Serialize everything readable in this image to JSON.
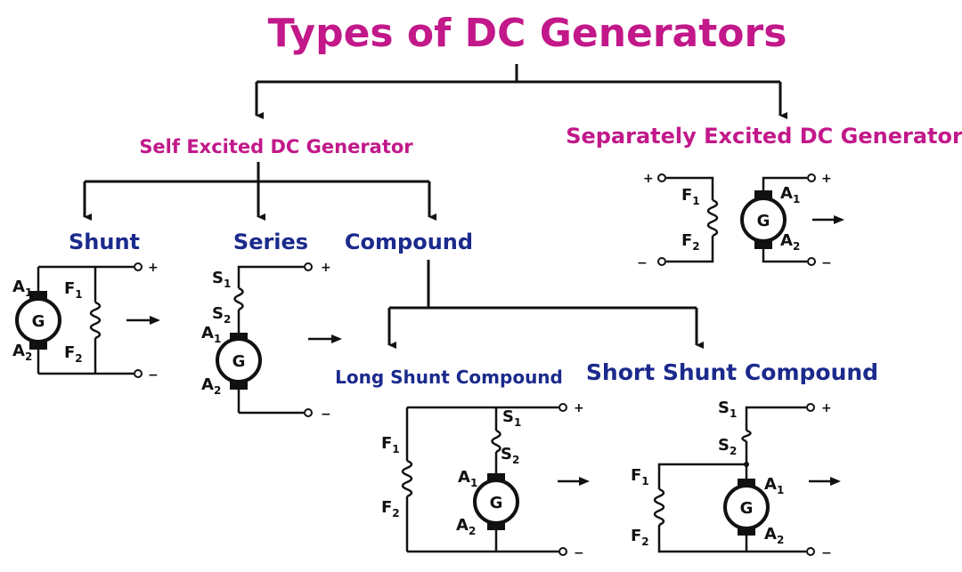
{
  "title": "Types of DC Generators",
  "self_excited": "Self Excited DC Generator",
  "separately_excited": "Separately Excited DC Generator",
  "shunt": "Shunt",
  "series": "Series",
  "compound": "Compound",
  "long_shunt": "Long Shunt Compound",
  "short_shunt": "Short Shunt Compound",
  "generator_symbol": "G",
  "plus": "+",
  "minus": "−",
  "terminals": {
    "A": "A",
    "F": "F",
    "S": "S",
    "sub1": "1",
    "sub2": "2"
  },
  "colors": {
    "magenta": "#c2188a",
    "navy": "#1b2a8c",
    "wire": "#111111"
  },
  "icons": [
    "arrow-right-icon",
    "generator-icon",
    "coil-icon"
  ]
}
